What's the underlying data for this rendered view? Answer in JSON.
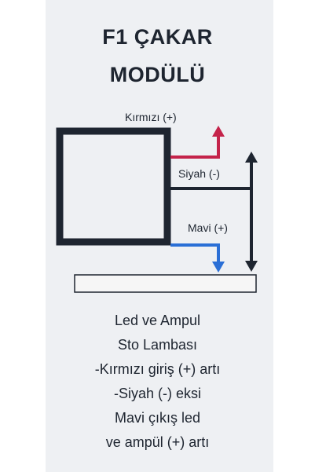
{
  "title": {
    "line1": "F1 ÇAKAR",
    "line2": "MODÜLÜ"
  },
  "labels": {
    "red": "Kırmızı (+)",
    "black": "Siyah (-)",
    "blue": "Mavi (+)"
  },
  "colors": {
    "red_wire": "#c4234a",
    "black_wire": "#1e2530",
    "blue_wire": "#2a6fd6",
    "module_border": "#1e2530"
  },
  "description": [
    "Led ve Ampul",
    "Sto Lambası",
    "-Kırmızı giriş (+) artı",
    "-Siyah (-) eksi",
    "Mavi çıkış led",
    "ve ampül (+) artı"
  ]
}
